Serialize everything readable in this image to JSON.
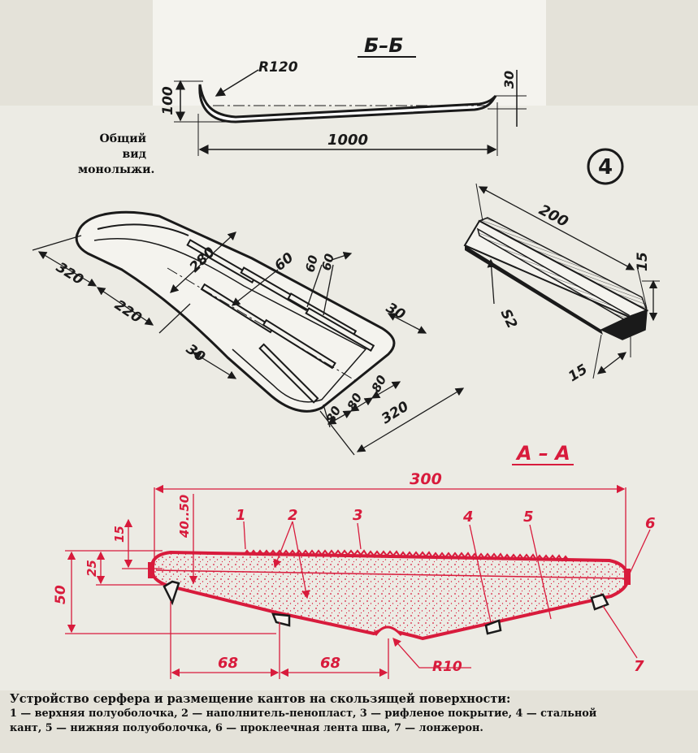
{
  "section_bb": {
    "title": "Б–Б",
    "radius": "R120",
    "height_left": "100",
    "height_right": "30",
    "length": "1000"
  },
  "general_view": {
    "title_line1": "Общий",
    "title_line2": "вид",
    "title_line3": "монолыжи.",
    "dims": {
      "d320_left": "320",
      "d220": "220",
      "d280": "280",
      "d60": "60",
      "d60a": "60",
      "d60b": "60",
      "d30_right": "30",
      "d30_left": "30",
      "d80_a": "80",
      "d80_b": "80",
      "d80_c": "80",
      "d320_bottom": "320"
    }
  },
  "figure_number": "4",
  "angle_profile": {
    "length": "200",
    "height": "15",
    "width": "15",
    "thickness": "S2"
  },
  "section_aa": {
    "title": "А – А",
    "width": "300",
    "h_40_50": "40..50",
    "h_15": "15",
    "h_25": "25",
    "h_50": "50",
    "w_68_a": "68",
    "w_68_b": "68",
    "radius": "R10",
    "callouts": [
      "1",
      "2",
      "3",
      "4",
      "5",
      "6",
      "7"
    ]
  },
  "caption": {
    "line1": "Устройство серфера и размещение кантов на скользящей поверхности:",
    "line2": "1 — верхняя полуоболочка, 2 — наполнитель-пенопласт, 3 — рифленое покрытие, 4 — стальной",
    "line3": "кант, 5 — нижняя полуоболочка, 6 — проклеечная лента шва, 7 — лонжерон."
  },
  "colors": {
    "background": "#e4e2d9",
    "paper": "#f4f3ee",
    "ink": "#1a1a1a",
    "red": "#d81b3c"
  }
}
